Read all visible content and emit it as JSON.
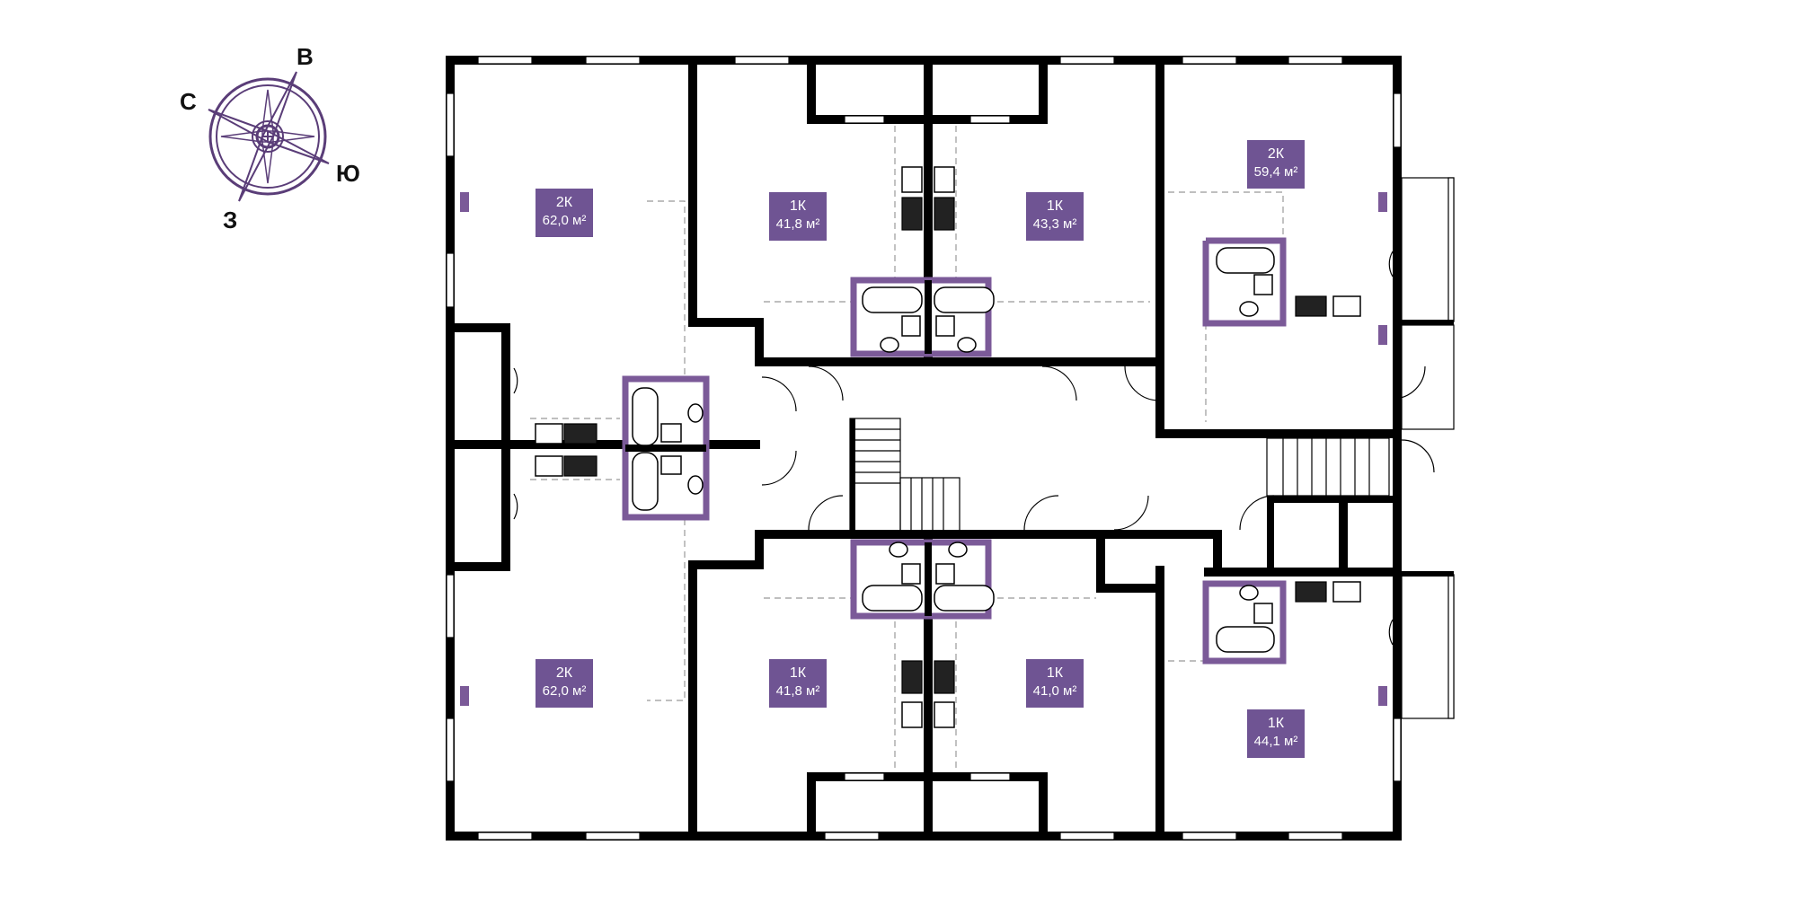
{
  "compass": {
    "north": "С",
    "east": "В",
    "south": "Ю",
    "west": "З"
  },
  "units": [
    {
      "id": "u1",
      "type": "2К",
      "area": "62,0 м²"
    },
    {
      "id": "u2",
      "type": "1К",
      "area": "41,8 м²"
    },
    {
      "id": "u3",
      "type": "1К",
      "area": "43,3 м²"
    },
    {
      "id": "u4",
      "type": "2К",
      "area": "59,4 м²"
    },
    {
      "id": "u5",
      "type": "2К",
      "area": "62,0 м²"
    },
    {
      "id": "u6",
      "type": "1К",
      "area": "41,8 м²"
    },
    {
      "id": "u7",
      "type": "1К",
      "area": "41,0 м²"
    },
    {
      "id": "u8",
      "type": "1К",
      "area": "44,1 м²"
    }
  ],
  "colors": {
    "accent": "#6f5493",
    "wall": "#000000",
    "wet_zone": "#7b5a98",
    "dashed": "#999999"
  }
}
